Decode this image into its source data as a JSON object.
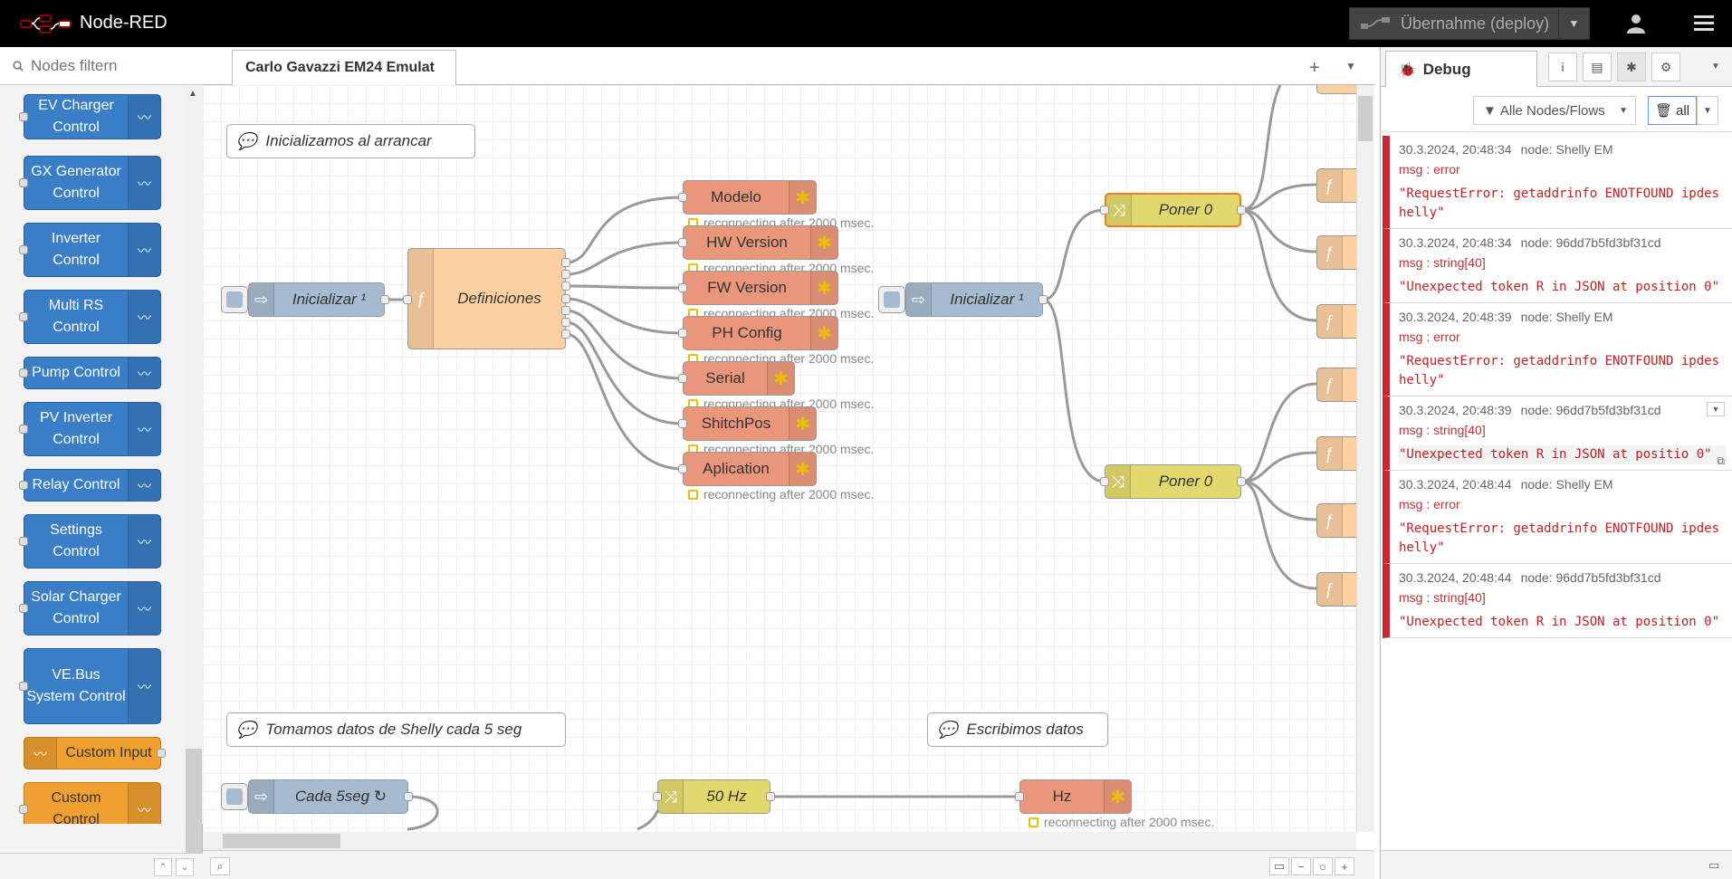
{
  "header": {
    "app_name": "Node-RED",
    "deploy_label": "Übernahme (deploy)"
  },
  "palette": {
    "search_placeholder": "Nodes filtern",
    "nodes": [
      {
        "label": "EV Charger Control"
      },
      {
        "label": "GX Generator Control"
      },
      {
        "label": "Inverter Control"
      },
      {
        "label": "Multi RS Control"
      },
      {
        "label": "Pump Control"
      },
      {
        "label": "PV Inverter Control"
      },
      {
        "label": "Relay Control"
      },
      {
        "label": "Settings Control"
      },
      {
        "label": "Solar Charger Control"
      },
      {
        "label": "VE.Bus System Control"
      },
      {
        "label": "Custom Input"
      },
      {
        "label": "Custom Control"
      }
    ]
  },
  "workspace": {
    "tab_label": "Carlo Gavazzi EM24 Emulat",
    "comments": {
      "c1": "Inicializamos al arrancar",
      "c2": "Tomamos datos de Shelly cada 5 seg",
      "c3": "Escribimos datos"
    },
    "nodes": {
      "inicializar1": "Inicializar ¹",
      "definiciones": "Definiciones",
      "modelo": "Modelo",
      "hw": "HW Version",
      "fw": "FW Version",
      "ph": "PH Config",
      "serial": "Serial",
      "shitch": "ShitchPos",
      "aplicacion": "Aplication",
      "inicializar2": "Inicializar ¹",
      "poner0a": "Poner 0",
      "poner0b": "Poner 0",
      "cada5": "Cada 5seg ↻",
      "hz50": "50 Hz",
      "hz": "Hz"
    },
    "status_text": "reconnecting after 2000 msec."
  },
  "sidebar": {
    "tab_label": "Debug",
    "filter_label": "Alle Nodes/Flows",
    "all_label": "all",
    "messages": [
      {
        "time": "30.3.2024, 20:48:34",
        "node": "node: Shelly EM",
        "type": "msg : error",
        "value": "\"RequestError: getaddrinfo ENOTFOUND ipdeshelly\""
      },
      {
        "time": "30.3.2024, 20:48:34",
        "node": "node: 96dd7b5fd3bf31cd",
        "type": "msg : string[40]",
        "value": "\"Unexpected token R in JSON at position 0\""
      },
      {
        "time": "30.3.2024, 20:48:39",
        "node": "node: Shelly EM",
        "type": "msg : error",
        "value": "\"RequestError: getaddrinfo ENOTFOUND ipdeshelly\""
      },
      {
        "time": "30.3.2024, 20:48:39",
        "node": "node: 96dd7b5fd3bf31cd",
        "type": "msg : string[40]",
        "value": "\"Unexpected token R in JSON at positio 0\""
      },
      {
        "time": "30.3.2024, 20:48:44",
        "node": "node: Shelly EM",
        "type": "msg : error",
        "value": "\"RequestError: getaddrinfo ENOTFOUND ipdeshelly\""
      },
      {
        "time": "30.3.2024, 20:48:44",
        "node": "node: 96dd7b5fd3bf31cd",
        "type": "msg : string[40]",
        "value": "\"Unexpected token R in JSON at position 0\""
      }
    ]
  },
  "colors": {
    "inject": "#a6bbcf",
    "function": "#fdd0a2",
    "mqtt": "#e9967a",
    "change": "#e2d96e",
    "victron": "#3a7ec8",
    "error_bar": "#d0222f"
  }
}
